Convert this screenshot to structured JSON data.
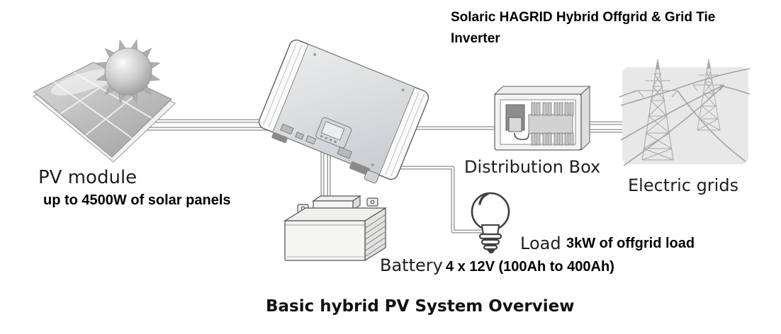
{
  "diagram_title": "Basic hybrid PV System Overview",
  "inverter": {
    "title": "Solaric HAGRID Hybrid Offgrid & Grid Tie Inverter",
    "icon": "inverter-icon"
  },
  "components": {
    "pv_module": {
      "label": "PV module",
      "detail": "up to 4500W of solar panels",
      "icon": "solar-panel-icon"
    },
    "distribution_box": {
      "label": "Distribution Box",
      "icon": "distribution-box-icon"
    },
    "electric_grids": {
      "label": "Electric grids",
      "icon": "transmission-towers-icon"
    },
    "load": {
      "label": "Load",
      "detail": "3kW of offgrid load",
      "icon": "light-bulb-icon"
    },
    "battery": {
      "label": "Battery",
      "detail": "4 x 12V (100Ah to 400Ah)",
      "icon": "battery-icon"
    }
  },
  "connections": [
    "pv-module to inverter",
    "inverter to distribution-box",
    "distribution-box to electric-grids",
    "inverter to load",
    "inverter to battery"
  ],
  "colors": {
    "background": "#ffffff",
    "text": "#1a1a1a",
    "wire": "#8e8e8e",
    "panel_fill": "#bcbcbc",
    "outline": "#5a5a5a",
    "grid_background": "#e8e8e8",
    "tower_line": "#a9a9a9"
  }
}
